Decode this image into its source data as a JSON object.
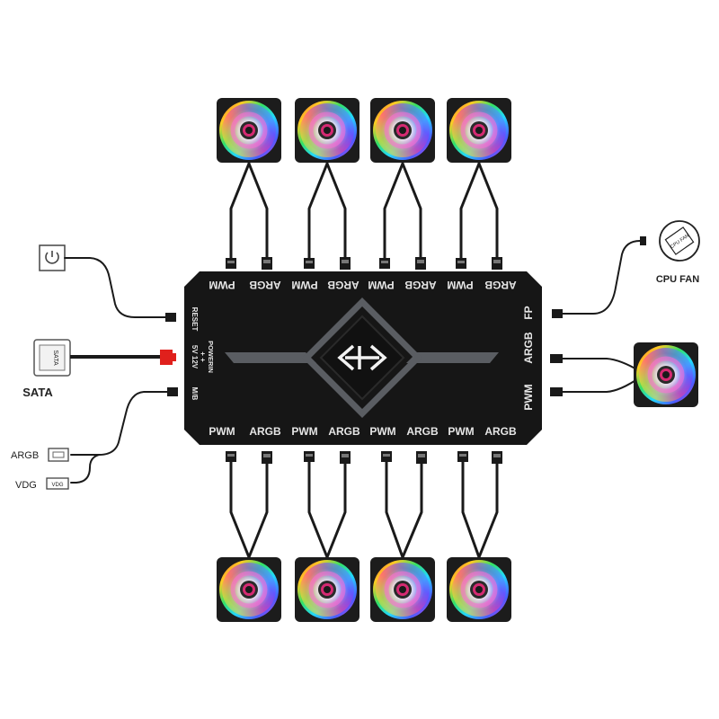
{
  "hub": {
    "top_ports": [
      "PWM",
      "ARGB",
      "PWM",
      "ARGB",
      "PWM",
      "ARGB",
      "PWM",
      "ARGB"
    ],
    "bottom_ports": [
      "PWM",
      "ARGB",
      "PWM",
      "ARGB",
      "PWM",
      "ARGB",
      "PWM",
      "ARGB"
    ],
    "left_labels": {
      "reset": "RESET",
      "power_in": "POWERIN",
      "plus_plus": "+  +",
      "voltages": "5V 12V",
      "mb": "M/B"
    },
    "right_labels": {
      "fp": "FP",
      "argb": "ARGB",
      "pwm": "PWM"
    },
    "logo": "hub-logo-icon"
  },
  "external": {
    "sata_label": "SATA",
    "sata_connector_text": "SATA",
    "argb_label": "ARGB",
    "vdg_label": "VDG",
    "vdg_connector_text": "VDG",
    "cpu_fan_label": "CPU FAN",
    "cpu_fan_icon_text": "CPU FAN",
    "reset_icon": "power-button-icon"
  },
  "colors": {
    "hub_body": "#161616",
    "hub_text": "#e6e6e6",
    "sata_plug": "#e0201c",
    "wire": "#1a1a1a",
    "accent_bar": "#5a5d62"
  },
  "fans": {
    "top_count": 4,
    "bottom_count": 4,
    "right_count": 1,
    "style": "argb-rainbow-fan-icon"
  }
}
